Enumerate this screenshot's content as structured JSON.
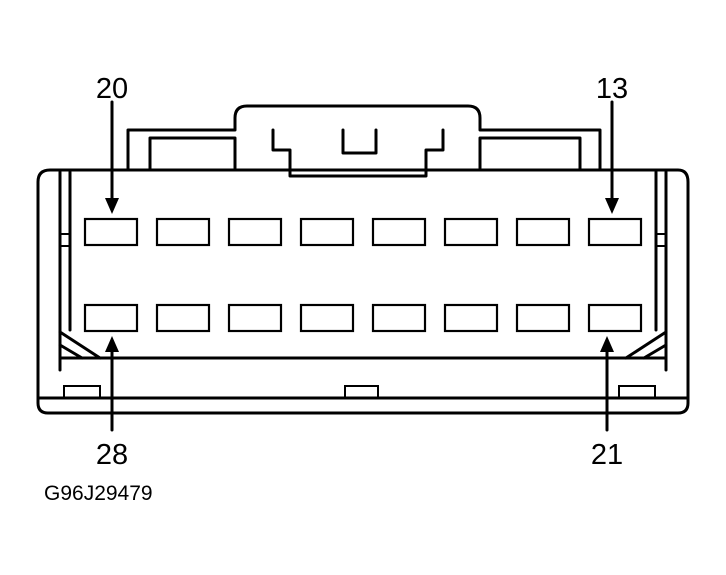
{
  "labels": {
    "pin_top_left": "20",
    "pin_top_right": "13",
    "pin_bottom_left": "28",
    "pin_bottom_right": "21"
  },
  "figure_id": "G96J29479",
  "connector": {
    "rows": 2,
    "cavities_per_row": 8
  },
  "colors": {
    "line": "#000000",
    "background": "#ffffff"
  }
}
